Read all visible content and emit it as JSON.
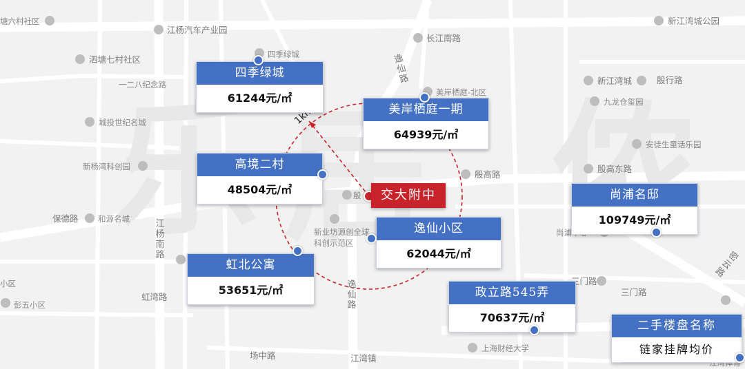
{
  "map_labels": {
    "l0": "塘六村社区",
    "l1": "江杨汽车产业园",
    "l2": "长江南路",
    "l3": "新江湾城公园",
    "l4": "泗塘七村社区",
    "l5": "四季绿城",
    "l6": "一二八纪念路",
    "l7": "美岸栖庭-北区",
    "l8": "新江湾城",
    "l9": "殷行路",
    "l10": "九龙仓玺园",
    "l11": "城投世纪名城",
    "l12": "安徒生童话乐园",
    "l13": "新杨湾科创园",
    "l14": "殷高路",
    "l15": "殷高东路",
    "l16": "保德路",
    "l17": "和源名城",
    "l18": "殷",
    "l19": "新业坊源创全球",
    "l20": "科创示范区",
    "l21": "尚浦中心",
    "l22": "小区",
    "l23": "彭五小区",
    "l24": "虹湾路",
    "l25": "三门路",
    "l26": "三门路",
    "l27": "上海财经大学",
    "l28": "场中路",
    "l29": "江湾镇",
    "l30": "江湾体育",
    "v_yixian1": "逸仙路",
    "v_yixian2": "逸仙路",
    "v_jiangyang": "江杨南路",
    "v_right": "密云路"
  },
  "center": {
    "name": "交大附中"
  },
  "radius_label": "1km",
  "listings": [
    {
      "name": "四季绿城",
      "price": "61244元/㎡"
    },
    {
      "name": "美岸栖庭一期",
      "price": "64939元/㎡"
    },
    {
      "name": "高境二村",
      "price": "48504元/㎡"
    },
    {
      "name": "尚浦名邸",
      "price": "109749元/㎡"
    },
    {
      "name": "逸仙小区",
      "price": "62044元/㎡"
    },
    {
      "name": "虹北公寓",
      "price": "53651元/㎡"
    },
    {
      "name": "政立路545弄",
      "price": "70637元/㎡"
    }
  ],
  "legend": {
    "title": "二手楼盘名称",
    "subtitle": "链家挂牌均价"
  },
  "colors": {
    "card_header": "#4471c4",
    "center_marker": "#c8222a",
    "radius_ring": "#c8222a",
    "map_bg": "#f2f2f2",
    "road": "#ffffff"
  }
}
